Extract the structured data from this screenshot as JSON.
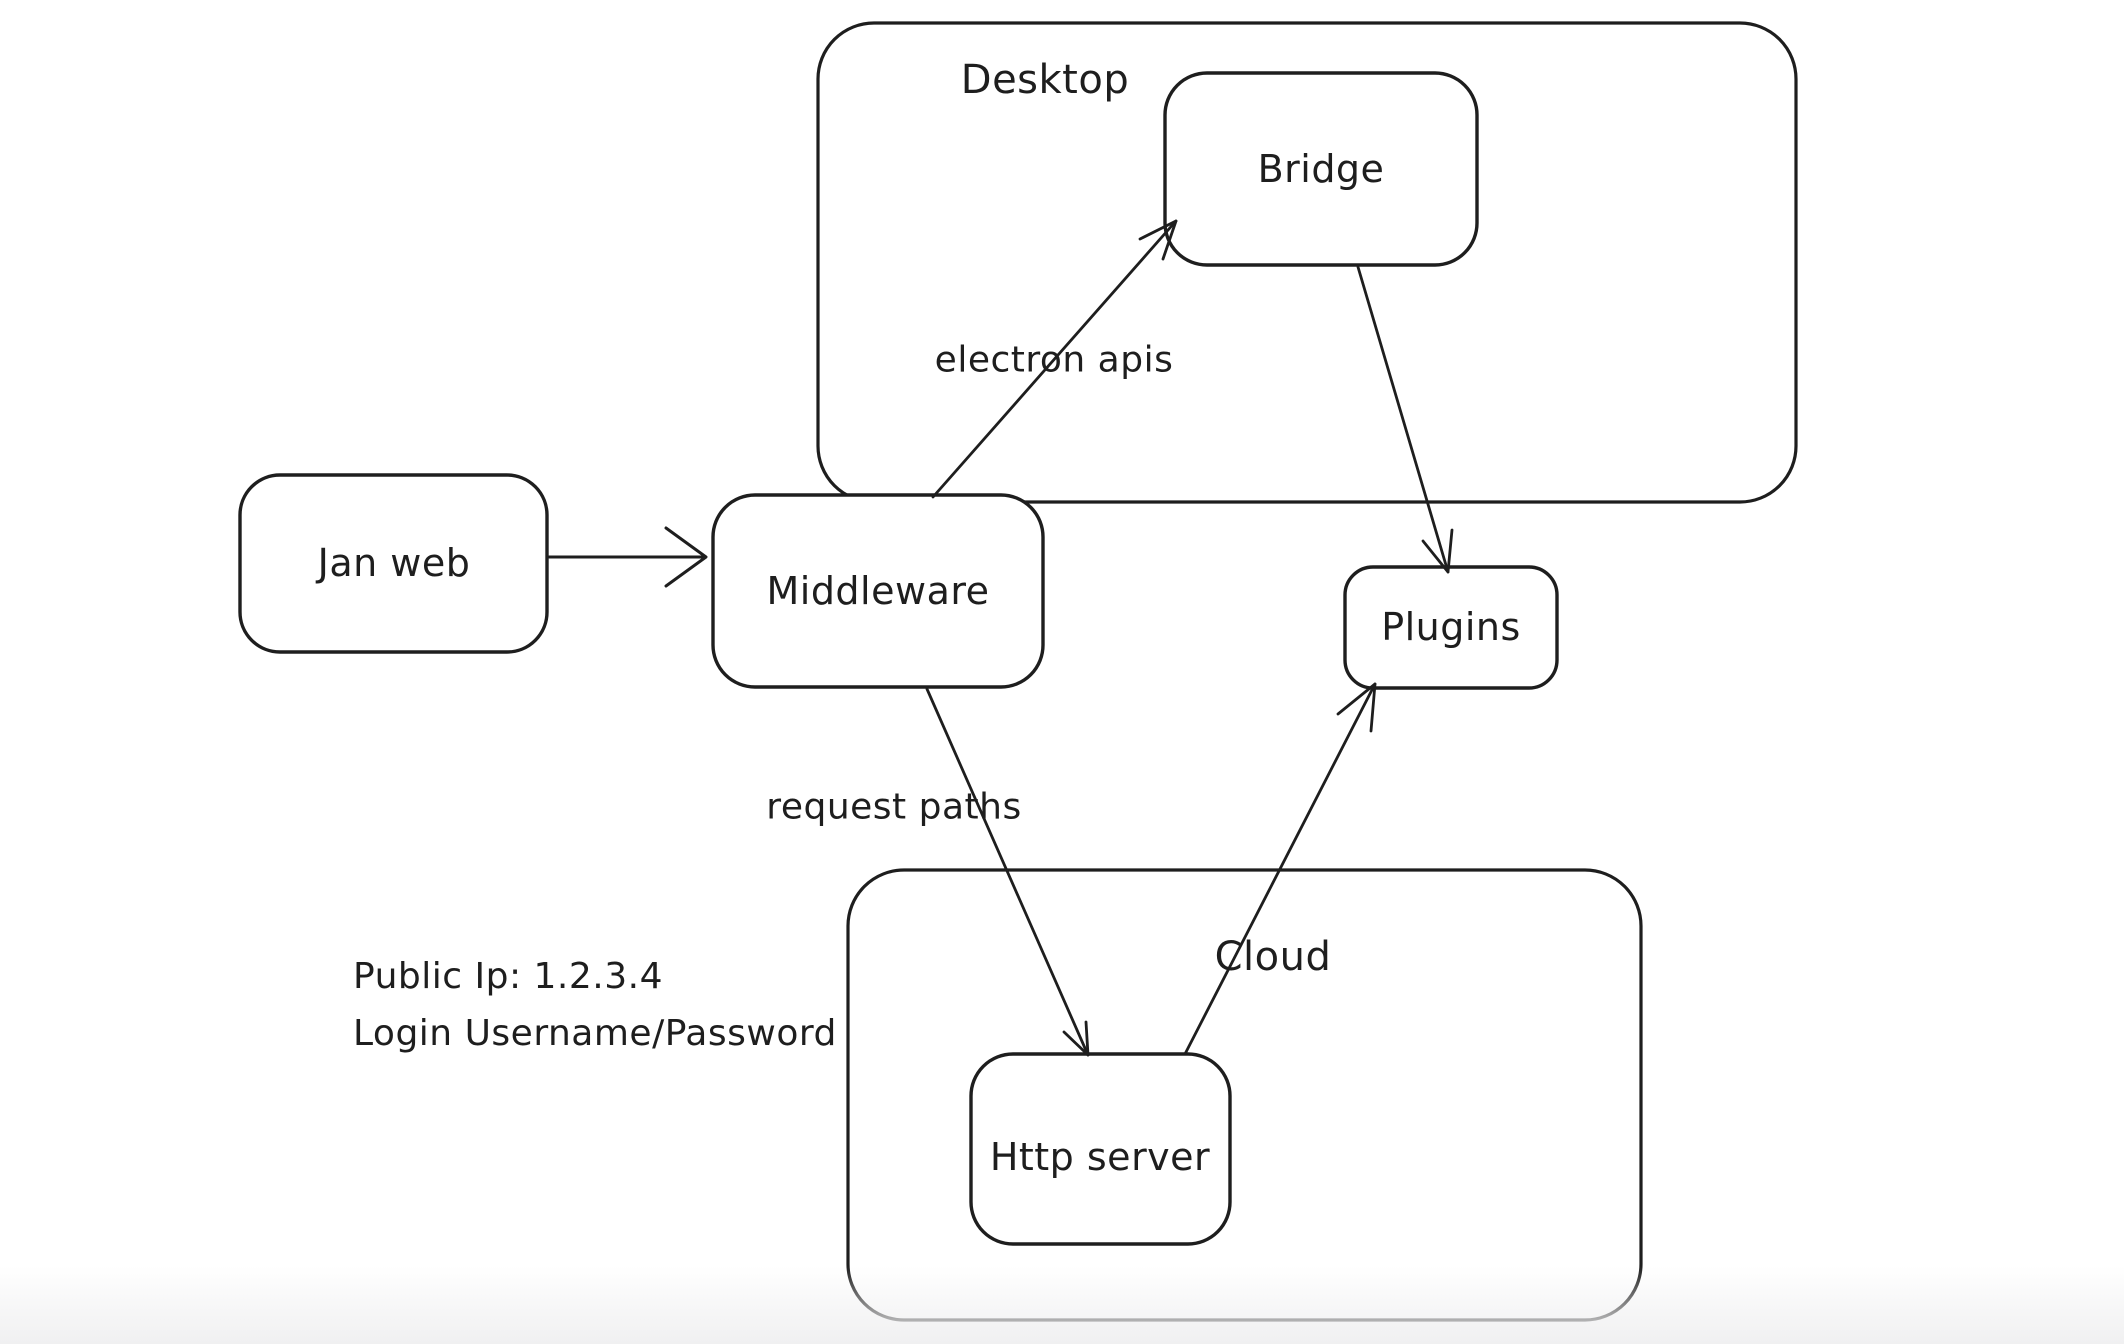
{
  "canvas": {
    "background": "#ffffff",
    "stroke_color": "#1e1e1e",
    "containers": [
      {
        "label": "Desktop"
      },
      {
        "label": "Cloud"
      }
    ],
    "nodes": [
      {
        "label": "Jan web"
      },
      {
        "label": "Middleware"
      },
      {
        "label": "Bridge"
      },
      {
        "label": "Plugins"
      },
      {
        "label": "Http server"
      }
    ],
    "edges": [
      {
        "from": "Jan web",
        "to": "Middleware",
        "label": ""
      },
      {
        "from": "Middleware",
        "to": "Bridge",
        "label": "electron apis"
      },
      {
        "from": "Bridge",
        "to": "Plugins",
        "label": ""
      },
      {
        "from": "Middleware",
        "to": "Http server",
        "label": "request paths"
      },
      {
        "from": "Http server",
        "to": "Plugins",
        "label": ""
      }
    ],
    "annotations": [
      {
        "text": "Public Ip: 1.2.3.4"
      },
      {
        "text": "Login Username/Password"
      }
    ]
  }
}
